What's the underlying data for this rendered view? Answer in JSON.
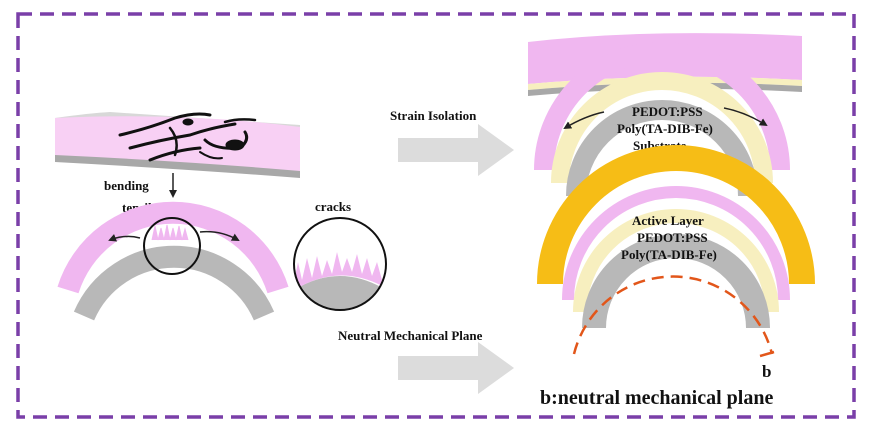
{
  "colors": {
    "frame": "#7a3fa8",
    "pink": "#f0b7f0",
    "pink_top": "#f8d0f4",
    "gray": "#b8b8b8",
    "cream": "#f7efbf",
    "gold": "#f6bd16",
    "arrow": "#dcdcdc",
    "neutral_line": "#e2561a",
    "crack": "#111111"
  },
  "labels": {
    "bending": "bending",
    "tensile_strain": "tensile strain",
    "cracks": "cracks",
    "strain_isolation": "Strain Isolation",
    "neutral_mechanical_plane": "Neutral Mechanical Plane",
    "b_marker": "b",
    "caption": "b:neutral mechanical plane"
  },
  "top_right_stack": [
    "PEDOT:PSS",
    "Poly(TA-DIB-Fe)",
    "Substrate"
  ],
  "bottom_right_stack": [
    "Active Layer",
    "PEDOT:PSS",
    "Poly(TA-DIB-Fe)"
  ],
  "icons": {
    "arrow_right": "arrow-right-icon",
    "arrow_down": "arrow-down-icon",
    "curved_arrow": "curved-arrow-icon"
  }
}
